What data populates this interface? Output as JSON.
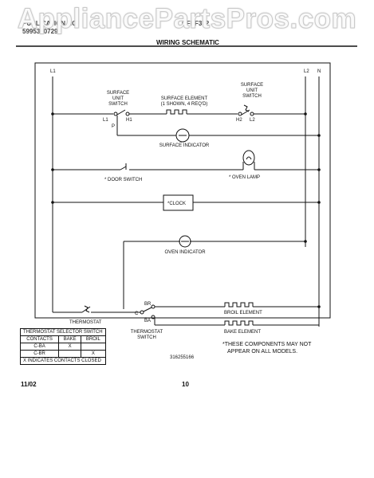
{
  "watermark": "AppliancePartsPros.com",
  "header": {
    "line1_left": "PUBLICATION NO.",
    "line2_left": "5995300729",
    "line1_right": "CFEF372",
    "title": "WIRING SCHEMATIC"
  },
  "labels": {
    "l1": "L1",
    "l2": "L2",
    "n": "N",
    "surface_switch_left": [
      "SURFACE",
      "UNIT",
      "SWITCH"
    ],
    "surface_switch_right": [
      "SURFACE",
      "UNIT",
      "SWITCH"
    ],
    "surface_element": [
      "SURFACE ELEMENT",
      "(1 SHOWN, 4 REQ'D)"
    ],
    "sw_l1": "L1",
    "sw_p": "P",
    "sw_h1": "H1",
    "sw_h2": "H2",
    "sw_l2": "L2",
    "surface_indicator": "SURFACE INDICATOR",
    "door_switch": "* DOOR SWITCH",
    "oven_lamp": "* OVEN LAMP",
    "clock": "*CLOCK",
    "oven_indicator": "OVEN INDICATOR",
    "thermostat": "THERMOSTAT",
    "thermostat_switch": [
      "THERMOSTAT",
      "SWITCH"
    ],
    "br": "BR",
    "ba": "BA",
    "c": "C",
    "broil_element": "BROIL ELEMENT",
    "bake_element": "BAKE ELEMENT"
  },
  "selector_table": {
    "title": "THERMOSTAT SELECTOR SWITCH",
    "headers": [
      "CONTACTS",
      "BAKE",
      "BROIL"
    ],
    "rows": [
      [
        "C-BA",
        "X",
        ""
      ],
      [
        "C-BR",
        "",
        "X"
      ]
    ],
    "footnote": "X INDICATES CONTACTS CLOSED"
  },
  "note": [
    "*THESE COMPONENTS MAY NOT",
    "APPEAR ON ALL MODELS."
  ],
  "part_number": "316255166",
  "footer": {
    "date": "11/02",
    "page": "10"
  }
}
